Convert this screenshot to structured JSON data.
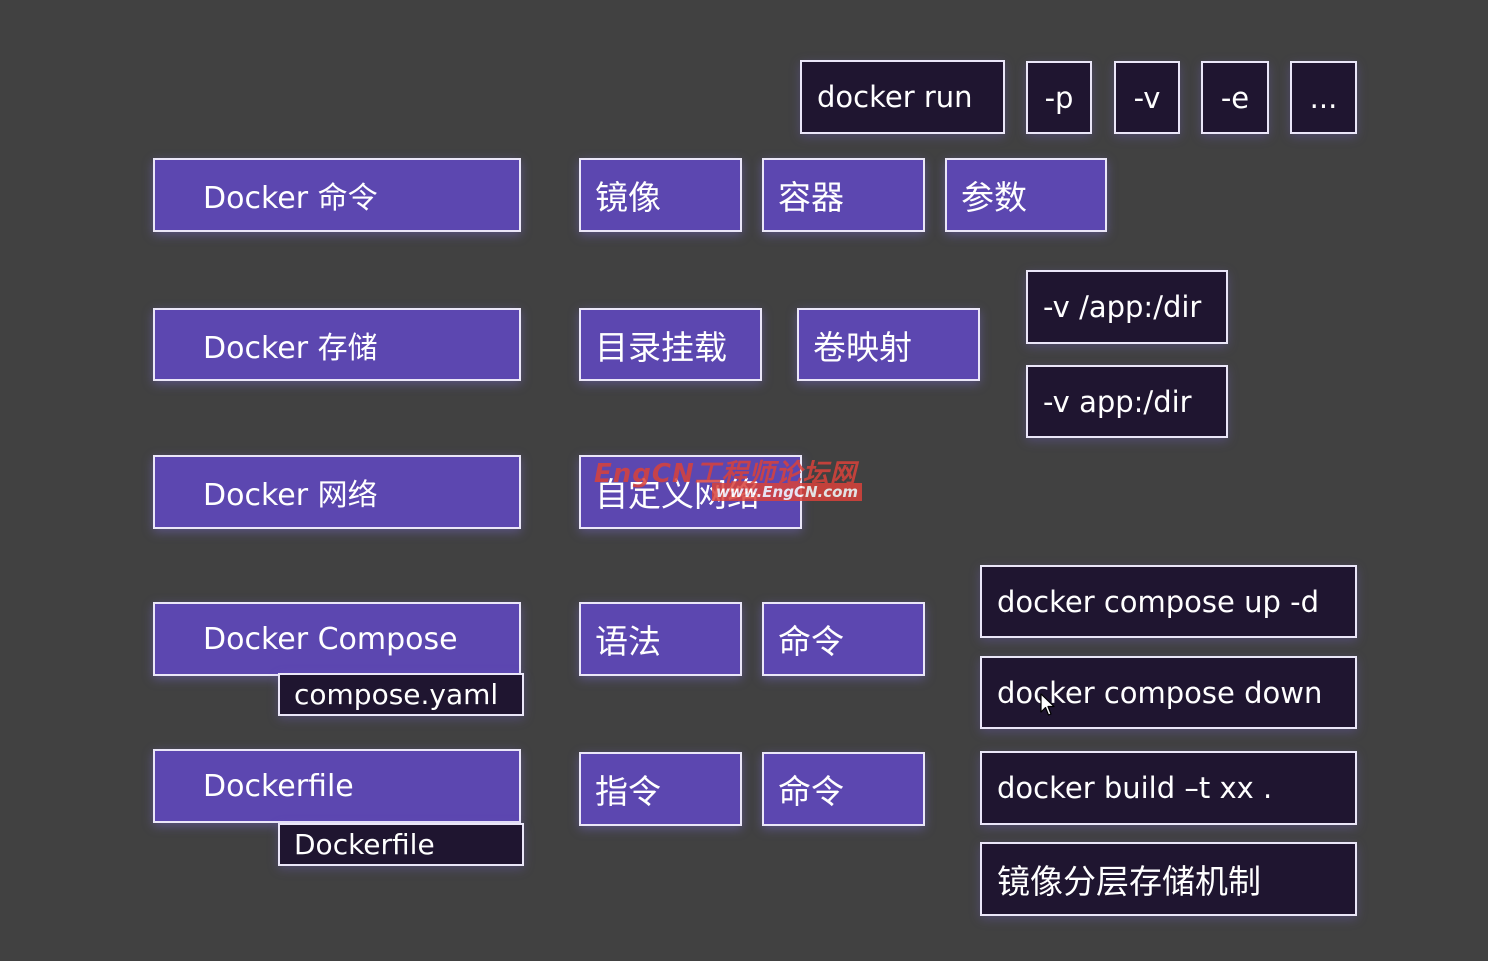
{
  "top_row": {
    "command": "docker run",
    "flags": [
      "-p",
      "-v",
      "-e",
      "..."
    ]
  },
  "rows": [
    {
      "label": "Docker 命令",
      "items": [
        "镜像",
        "容器",
        "参数"
      ]
    },
    {
      "label": "Docker 存储",
      "items": [
        "目录挂载",
        "卷映射"
      ]
    },
    {
      "label": "Docker 网络",
      "items": [
        "自定义网络"
      ]
    },
    {
      "label": "Docker Compose",
      "file": "compose.yaml",
      "items": [
        "语法",
        "命令"
      ]
    },
    {
      "label": "Dockerfile",
      "file": "Dockerfile",
      "items": [
        "指令",
        "命令"
      ]
    }
  ],
  "volume_examples": [
    "-v /app:/dir",
    "-v app:/dir"
  ],
  "compose_commands": [
    "docker compose up -d",
    "docker compose down"
  ],
  "build_command": "docker build –t xx .",
  "layer_storage": "镜像分层存储机制",
  "watermark": {
    "line1": "EngCN工程师论坛网",
    "line2": "www.EngCN.com"
  },
  "colors": {
    "background": "#414141",
    "purple_box": "#5c47b0",
    "dark_box": "#1f1530",
    "border": "#eae6f8",
    "watermark": "#d9423a"
  }
}
